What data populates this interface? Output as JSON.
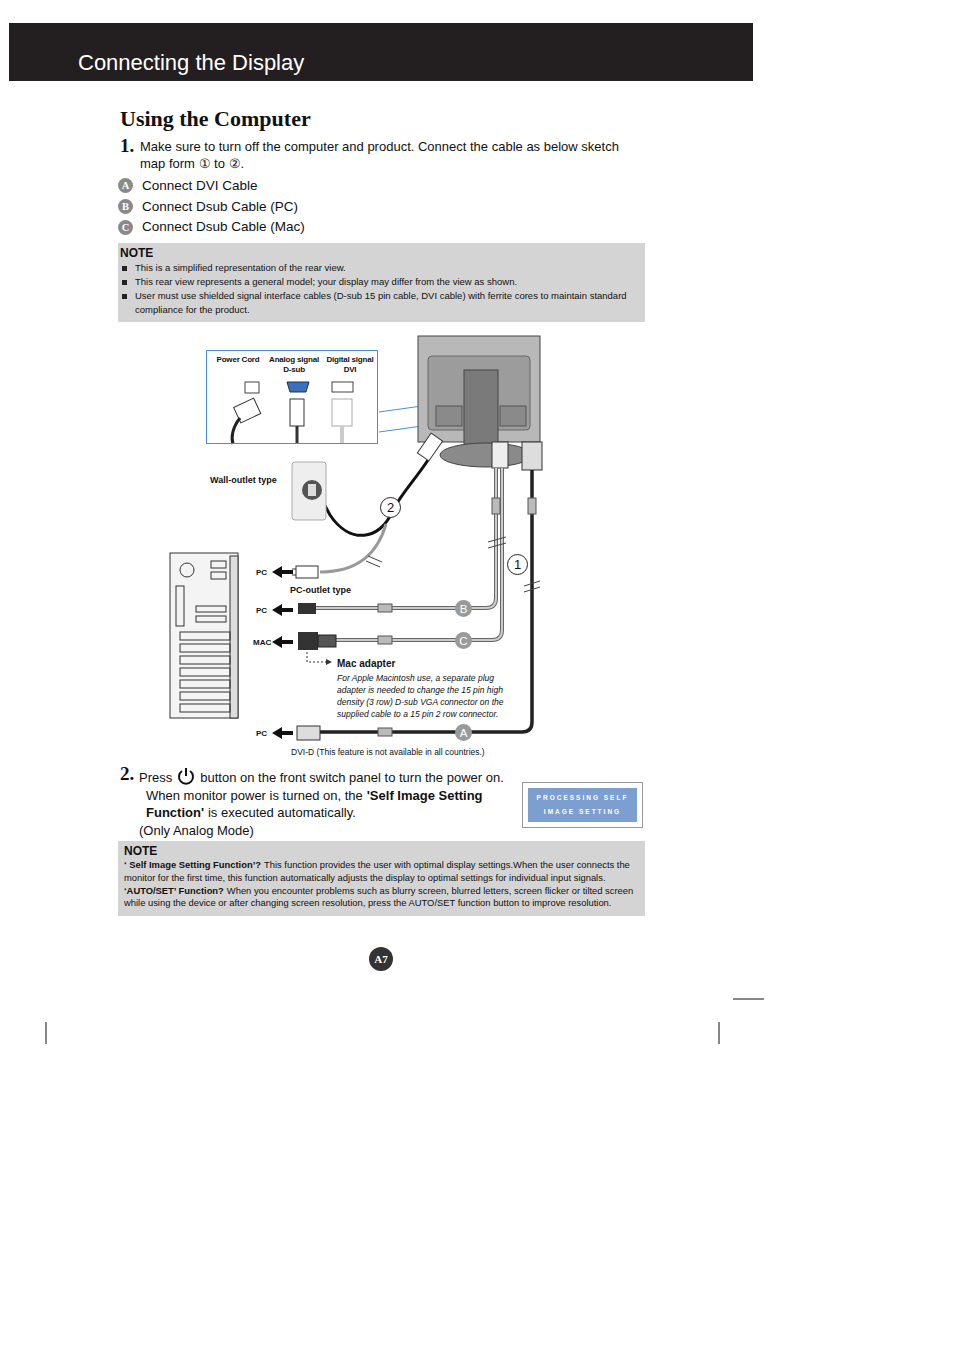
{
  "diagram": {
    "title": "Connecting the Display",
    "nodes": [
      {
        "text": [
          "A"
        ]
      },
      {
        "text": [
          "B"
        ]
      },
      {
        "text": [
          "C"
        ]
      },
      {
        "text": [
          "NOTE",
          "This is a simplified representation of the rear view.",
          "This rear view represents a general model; your display may differ from the view as shown.",
          "User must use shielded signal interface cables (D-sub 15 pin cable, DVI cable) with ferrite cores to maintain standard compliance for the product."
        ]
      },
      {
        "text": [
          "Power Cord",
          "Analog signal D-sub",
          "Digital signal DVI"
        ]
      },
      {
        "text": [
          "2"
        ]
      },
      {
        "text": [
          "1"
        ]
      },
      {
        "text": [
          "B"
        ]
      },
      {
        "text": [
          "C"
        ]
      },
      {
        "text": [
          "A"
        ]
      },
      {
        "text": [
          "PROCESSING SELF IMAGE SETTING"
        ]
      },
      {
        "text": [
          "NOTE",
          "‘ Self Image Setting Function’?",
          "This function provides the user with optimal display settings.When the user connects the monitor for the first time, this function automatically adjusts the display to optimal settings for individual input signals.",
          "‘AUTO/SET’ Function?",
          "When you encounter problems such as blurry screen, blurred letters, screen flicker or tilted screen while using the device or after changing screen resolution, press the AUTO/SET function button to improve resolution."
        ]
      },
      {
        "text": [
          "A7"
        ]
      }
    ],
    "labels": [
      "Using the Computer",
      "1.",
      "Make sure to turn off the computer and product. Connect the cable as below sketch map form ① to ②.",
      "Connect DVI Cable",
      "Connect Dsub Cable (PC)",
      "Connect Dsub Cable (Mac)",
      "Wall-outlet type",
      "PC",
      "PC-outlet type",
      "PC",
      "MAC",
      "Mac adapter",
      "For Apple Macintosh use, a separate plug adapter is needed to change the 15 pin high density (3 row) D-sub VGA connector on the supplied cable to a 15 pin 2 row connector.",
      "PC",
      "DVI-D (This feature is not available in all countries.)",
      "2.",
      "Press",
      "button on the front switch panel to turn the power on. When monitor power is turned on, the",
      "'Self Image Setting Function'",
      "is executed automatically.",
      "(Only Analog Mode)"
    ]
  }
}
